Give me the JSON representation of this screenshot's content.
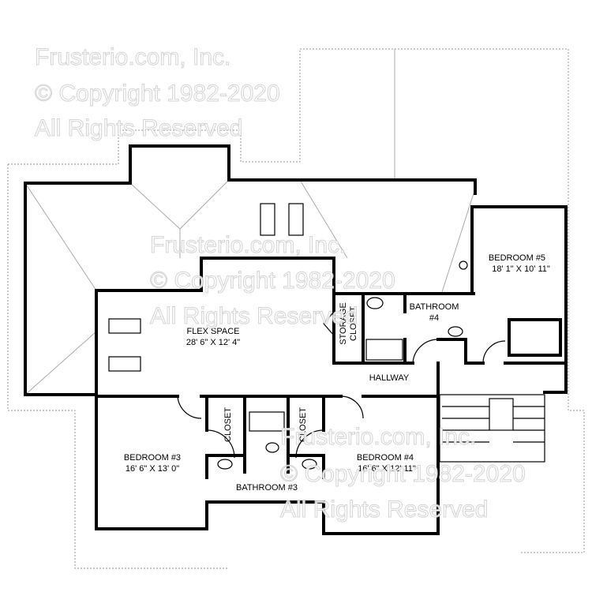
{
  "watermark": {
    "line1": "Frusterio.com, Inc.",
    "line2": "© Copyright 1982-2020",
    "line3": "All Rights Reserved"
  },
  "rooms": {
    "flex": {
      "name": "FLEX SPACE",
      "size": "28' 6\"  X  12' 4\""
    },
    "bed5": {
      "name": "BEDROOM #5",
      "size": "18' 1\"  X  10' 11\""
    },
    "bath4": {
      "name": "BATHROOM",
      "num": "#4"
    },
    "storage": {
      "line1": "STORAGE",
      "line2": "CLOSET"
    },
    "hallway": {
      "name": "HALLWAY"
    },
    "bed3": {
      "name": "BEDROOM #3",
      "size": "16' 6\"  X  13' 0\""
    },
    "bed4": {
      "name": "BEDROOM #4",
      "size": "16' 6\"  X  12' 11\""
    },
    "bath3": {
      "name": "BATHROOM #3"
    },
    "closet_left": {
      "name": "CLOSET"
    },
    "closet_right": {
      "name": "CLOSET"
    }
  }
}
